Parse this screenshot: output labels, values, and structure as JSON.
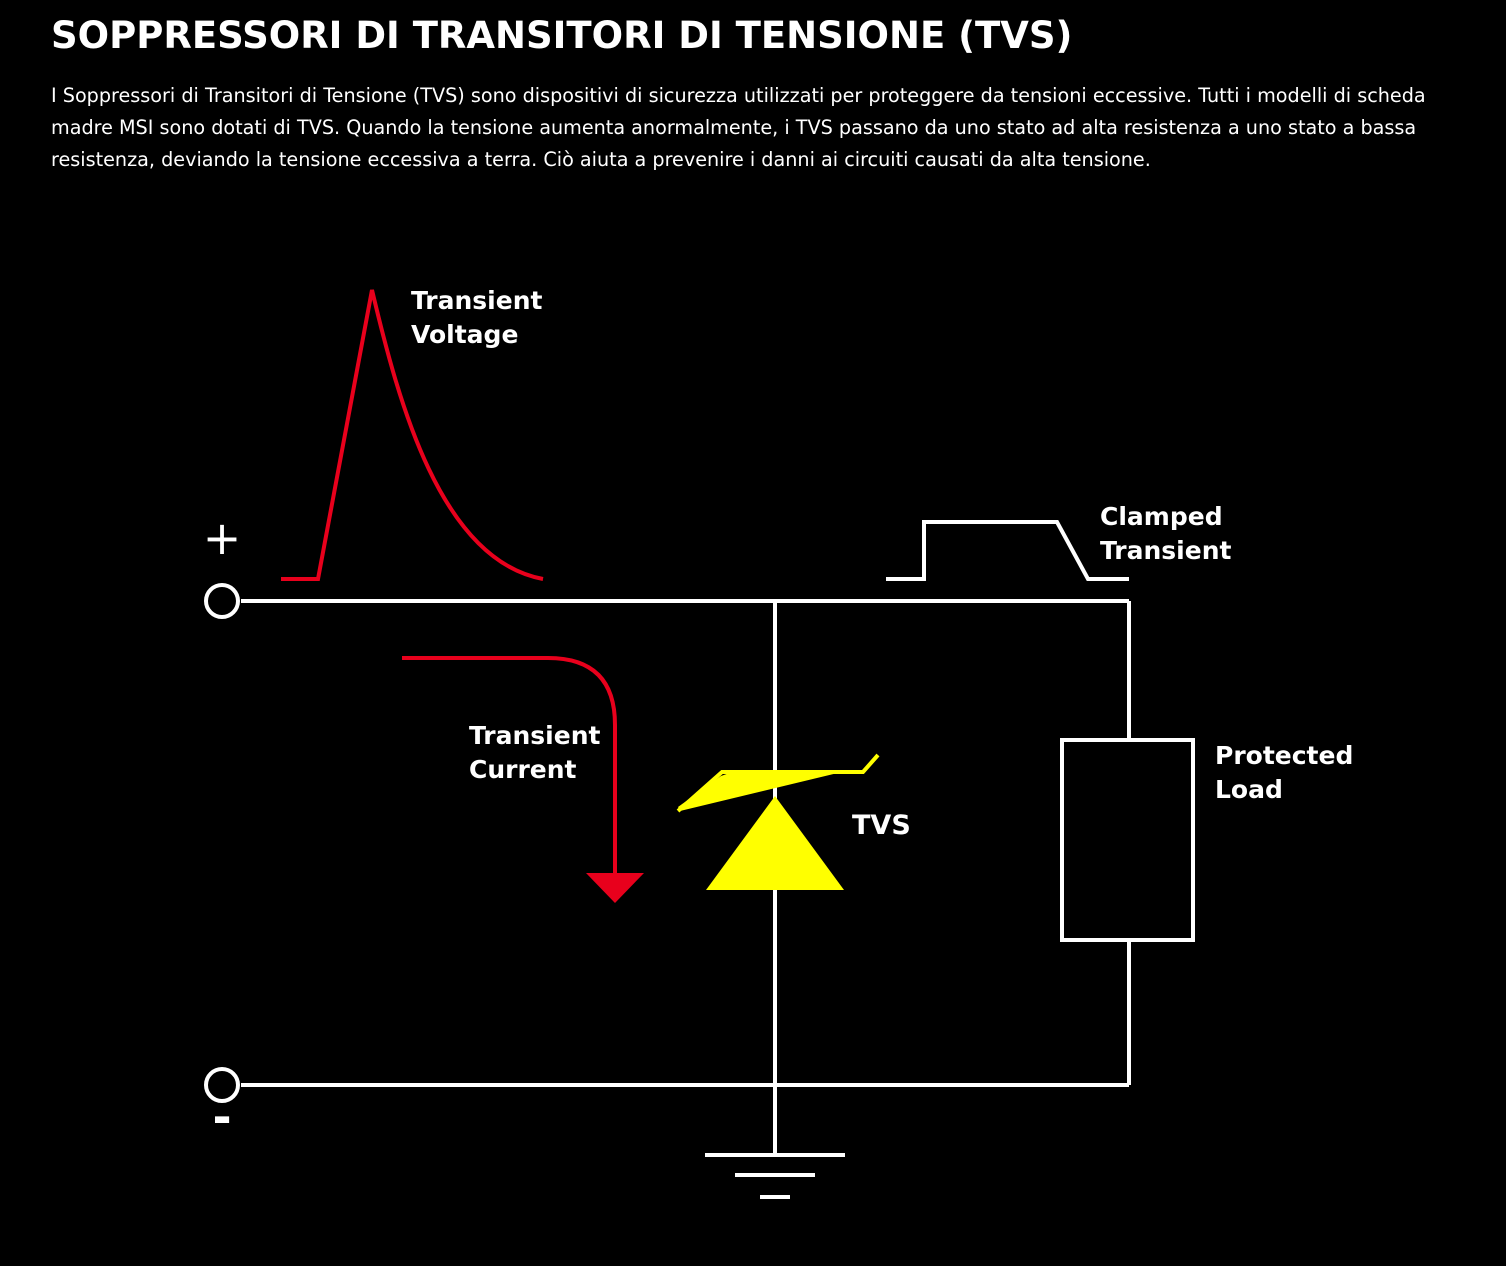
{
  "header": {
    "title": "SOPPRESSORI DI TRANSITORI DI TENSIONE (TVS)",
    "description": "I Soppressori di Transitori di Tensione (TVS) sono dispositivi di sicurezza utilizzati per proteggere da tensioni eccessive. Tutti i modelli di scheda madre MSI sono dotati di TVS. Quando la tensione aumenta anormalmente, i TVS passano da uno stato ad alta resistenza a uno stato a bassa resistenza, deviando la tensione eccessiva a terra. Ciò aiuta a prevenire i danni ai circuiti causati da alta tensione."
  },
  "diagram": {
    "plus_symbol": "+",
    "minus_symbol": "-",
    "transient_voltage": {
      "line1": "Transient",
      "line2": "Voltage"
    },
    "transient_current": {
      "line1": "Transient",
      "line2": "Current"
    },
    "clamped_transient": {
      "line1": "Clamped",
      "line2": "Transient"
    },
    "tvs_label": "TVS",
    "protected_load": {
      "line1": "Protected",
      "line2": "Load"
    }
  },
  "colors": {
    "background": "#000000",
    "wire": "#ffffff",
    "transient": "#e8001c",
    "tvs": "#ffff00"
  }
}
